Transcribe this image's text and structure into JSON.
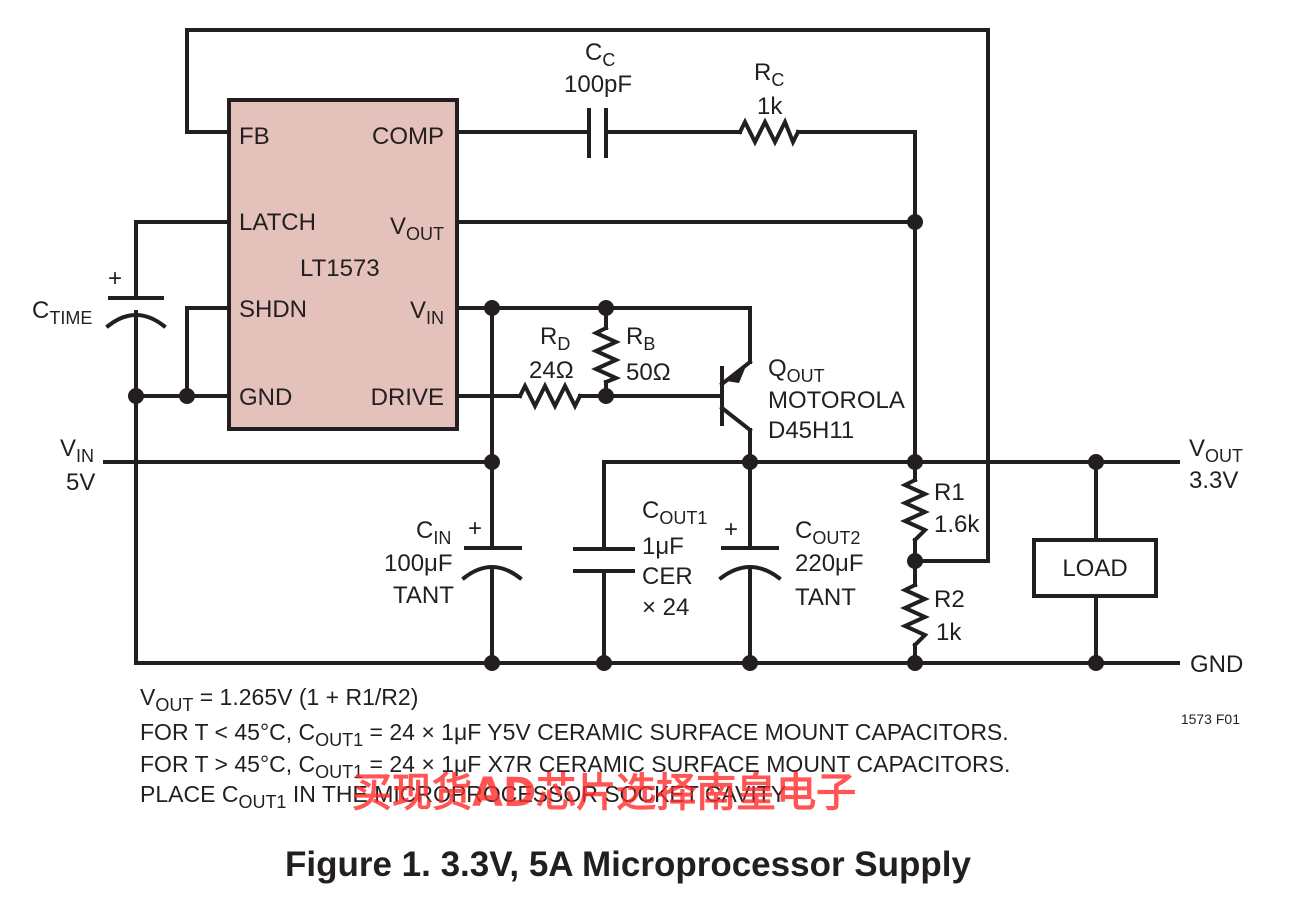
{
  "ic": {
    "part": "LT1573",
    "pins": {
      "fb": "FB",
      "comp": "COMP",
      "latch": "LATCH",
      "vout_main": "V",
      "vout_sub": "OUT",
      "shdn": "SHDN",
      "vin_main": "V",
      "vin_sub": "IN",
      "gnd": "GND",
      "drive": "DRIVE"
    },
    "fill_color": "#e4c1bb"
  },
  "components": {
    "cc": {
      "name_main": "C",
      "name_sub": "C",
      "value": "100pF"
    },
    "rc": {
      "name_main": "R",
      "name_sub": "C",
      "value": "1k"
    },
    "ctime": {
      "name_main": "C",
      "name_sub": "TIME",
      "polarity": "+"
    },
    "rd": {
      "name_main": "R",
      "name_sub": "D",
      "value": "24Ω"
    },
    "rb": {
      "name_main": "R",
      "name_sub": "B",
      "value": "50Ω"
    },
    "qout": {
      "name_main": "Q",
      "name_sub": "OUT",
      "maker": "MOTOROLA",
      "part": "D45H11"
    },
    "cin": {
      "name_main": "C",
      "name_sub": "IN",
      "value": "100μF",
      "type": "TANT",
      "polarity": "+"
    },
    "cout1": {
      "name_main": "C",
      "name_sub": "OUT1",
      "value": "1μF",
      "type": "CER",
      "count": "× 24"
    },
    "cout2": {
      "name_main": "C",
      "name_sub": "OUT2",
      "value": "220μF",
      "type": "TANT",
      "polarity": "+"
    },
    "r1": {
      "name": "R1",
      "value": "1.6k"
    },
    "r2": {
      "name": "R2",
      "value": "1k"
    },
    "load": {
      "label": "LOAD"
    }
  },
  "rails": {
    "vin": {
      "name_main": "V",
      "name_sub": "IN",
      "value": "5V"
    },
    "vout": {
      "name_main": "V",
      "name_sub": "OUT",
      "value": "3.3V"
    },
    "gnd": {
      "label": "GND"
    }
  },
  "notes": {
    "line1": {
      "a": "V",
      "a_sub": "OUT",
      "b": " = 1.265V (1 + R1/R2)"
    },
    "line2": {
      "a": "FOR T < 45°C, C",
      "a_sub": "OUT1",
      "b": " = 24 × 1μF Y5V CERAMIC SURFACE MOUNT CAPACITORS."
    },
    "line3": {
      "a": "FOR T > 45°C, C",
      "a_sub": "OUT1",
      "b": " = 24 × 1μF X7R CERAMIC SURFACE MOUNT CAPACITORS."
    },
    "line4": {
      "a": "PLACE C",
      "a_sub": "OUT1",
      "b": " IN THE MICROPROCESSOR SOCKET CAVITY"
    }
  },
  "figure_id": "1573 F01",
  "caption": "Figure 1. 3.3V, 5A Microprocessor Supply",
  "watermark": "买现货AD芯片选择南皇电子"
}
